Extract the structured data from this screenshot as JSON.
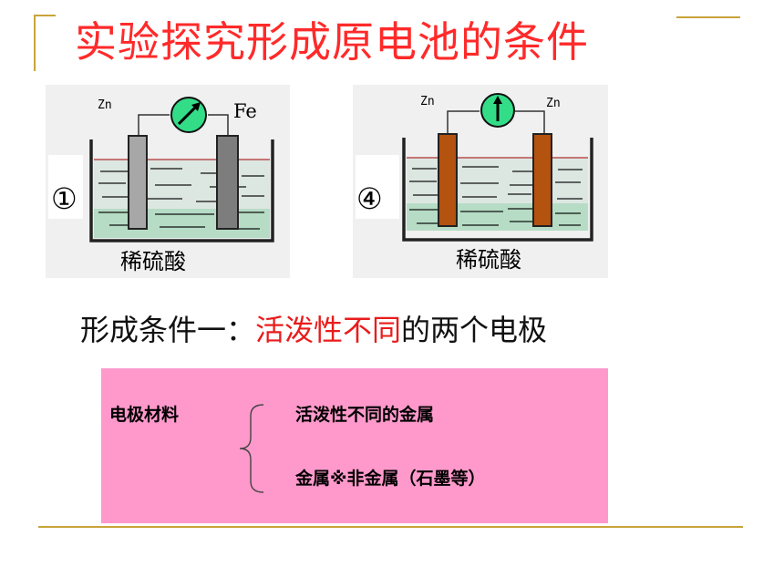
{
  "title": "实验探究形成原电池的条件",
  "figure1": {
    "label": "①",
    "left_electrode": "Zn",
    "right_electrode": "Fe",
    "solution": "稀硫酸",
    "colors": {
      "electrode": "#a7a7a7",
      "electrode_right": "#7d7d7d"
    }
  },
  "figure2": {
    "label": "④",
    "left_electrode": "Zn",
    "right_electrode": "Zn",
    "solution": "稀硫酸",
    "colors": {
      "electrode": "#b4520f"
    }
  },
  "condition": {
    "prefix": "形成条件一：",
    "highlight": "活泼性不同",
    "suffix": "的两个电极"
  },
  "box": {
    "heading": "电极材料",
    "items": [
      "活泼性不同的金属",
      "金属※非金属（石墨等）"
    ]
  },
  "colors": {
    "title": "#ff2a2a",
    "accent_line": "#c8a43a",
    "box_bg": "#ff99cc",
    "meter": "#33dd88"
  }
}
